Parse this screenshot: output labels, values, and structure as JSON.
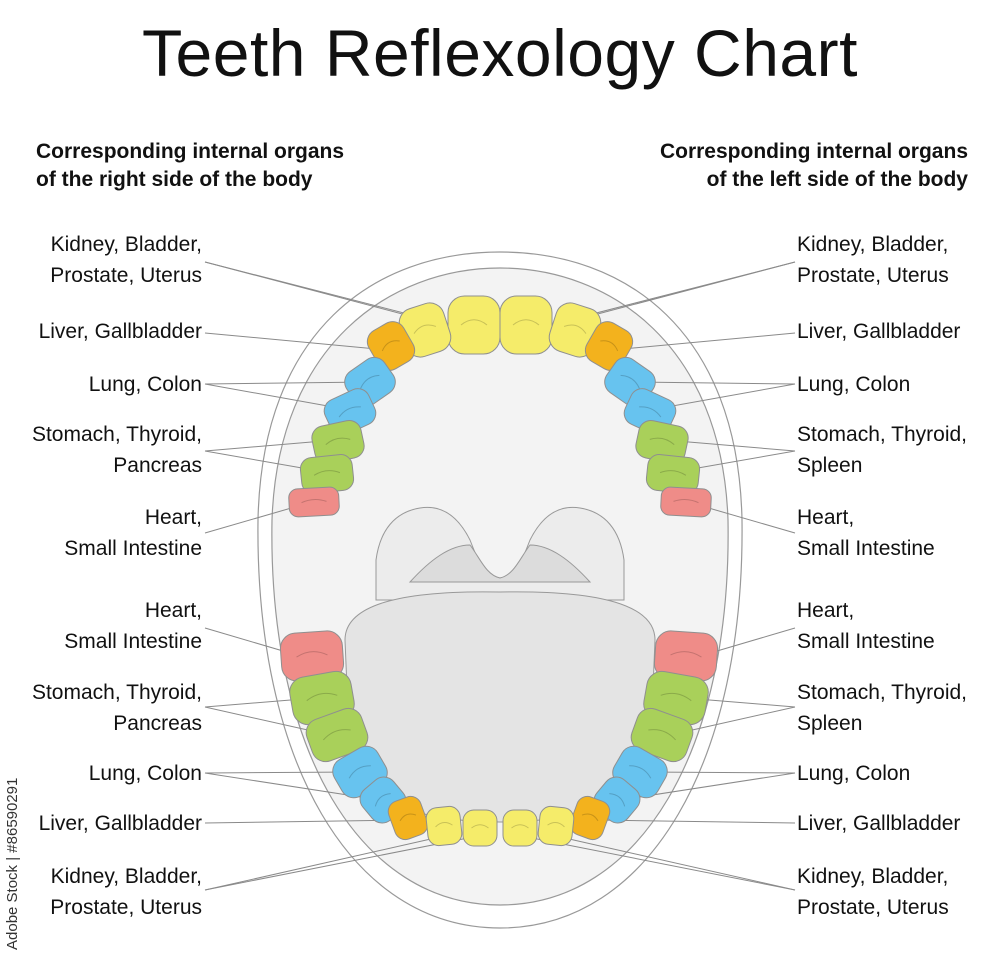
{
  "title": "Teeth Reflexology Chart",
  "left_heading": [
    "Corresponding internal organs",
    "of the right side of the body"
  ],
  "right_heading": [
    "Corresponding internal organs",
    "of the left side of the body"
  ],
  "upper_labels_left": [
    [
      "Kidney, Bladder,",
      "Prostate, Uterus"
    ],
    [
      "Liver, Gallbladder"
    ],
    [
      "Lung, Colon"
    ],
    [
      "Stomach, Thyroid,",
      "Pancreas"
    ],
    [
      "Heart,",
      "Small Intestine"
    ]
  ],
  "upper_labels_right": [
    [
      "Kidney, Bladder,",
      "Prostate, Uterus"
    ],
    [
      "Liver, Gallbladder"
    ],
    [
      "Lung, Colon"
    ],
    [
      "Stomach, Thyroid,",
      "Spleen"
    ],
    [
      "Heart,",
      "Small Intestine"
    ]
  ],
  "lower_labels_left": [
    [
      "Heart,",
      "Small Intestine"
    ],
    [
      "Stomach, Thyroid,",
      "Pancreas"
    ],
    [
      "Lung, Colon"
    ],
    [
      "Liver, Gallbladder"
    ],
    [
      "Kidney, Bladder,",
      "Prostate, Uterus"
    ]
  ],
  "lower_labels_right": [
    [
      "Heart,",
      "Small Intestine"
    ],
    [
      "Stomach, Thyroid,",
      "Spleen"
    ],
    [
      "Lung, Colon"
    ],
    [
      "Liver, Gallbladder"
    ],
    [
      "Kidney, Bladder,",
      "Prostate, Uterus"
    ]
  ],
  "watermark": "Adobe Stock | #86590291",
  "colors": {
    "kidney": "#f5ec6a",
    "liver": "#f3b21d",
    "lung": "#67c3ef",
    "stomach": "#a9d05a",
    "heart": "#ef8c88",
    "gum": "#f3f3f3",
    "palate": "#dcdcdc",
    "tongue": "#e4e4e4",
    "outline": "#999999",
    "leader": "#8a8a8a"
  }
}
